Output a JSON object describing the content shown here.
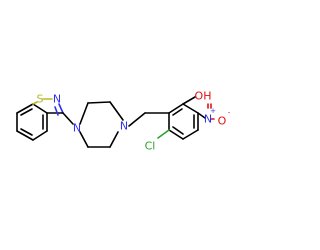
{
  "molecule": {
    "atoms": {
      "S1": "S",
      "N_thiazole": "N",
      "N_pip1": "N",
      "N_pip2": "N",
      "O_hydroxyl": "OH",
      "N_nitro": "N",
      "O_nitro": "O",
      "Cl": "Cl"
    },
    "charges": {
      "N_nitro": "+",
      "O_nitro": "-"
    },
    "colors": {
      "bond": "#000000",
      "nitrogen": "#3030f0",
      "sulfur": "#b8b82a",
      "oxygen": "#e01010",
      "chlorine": "#2ea12e"
    }
  }
}
